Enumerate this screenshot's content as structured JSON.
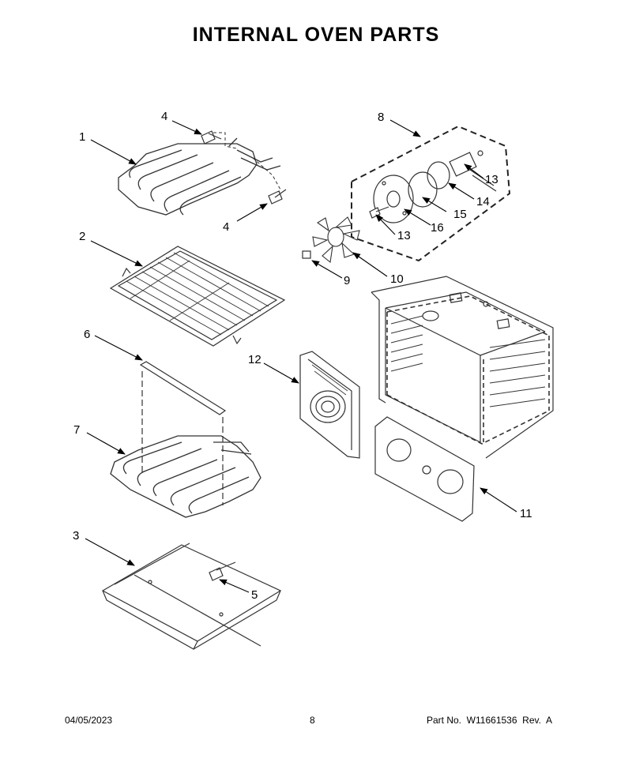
{
  "title": "INTERNAL OVEN PARTS",
  "callouts": {
    "c1": "1",
    "c2": "2",
    "c3": "3",
    "c4a": "4",
    "c4b": "4",
    "c5": "5",
    "c6": "6",
    "c7": "7",
    "c8": "8",
    "c9": "9",
    "c10": "10",
    "c11": "11",
    "c12": "12",
    "c13a": "13",
    "c13b": "13",
    "c14": "14",
    "c15": "15",
    "c16": "16"
  },
  "footer": {
    "date": "04/05/2023",
    "page": "8",
    "part_no": "Part No.  W11661536  Rev.  A"
  }
}
